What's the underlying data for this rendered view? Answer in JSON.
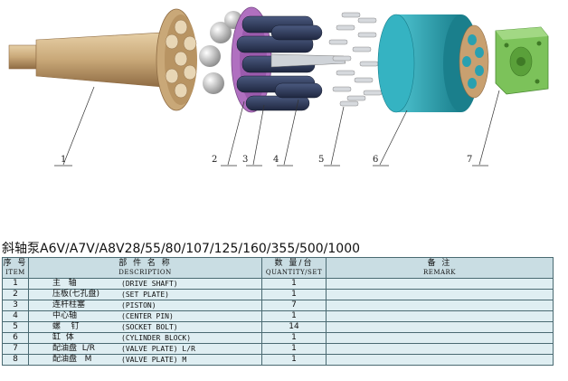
{
  "diagram": {
    "callouts": [
      "1",
      "2",
      "3",
      "4",
      "5",
      "6",
      "7"
    ]
  },
  "title": "斜轴泵A6V/A7V/A8V28/55/80/107/125/160/355/500/1000",
  "table": {
    "headers": {
      "item_cn": "序 号",
      "item_en": "ITEM",
      "desc_cn": "部 件 名 称",
      "desc_en": "DESCRIPTION",
      "qty_cn": "数 量/台",
      "qty_en": "QUANTITY/SET",
      "remark_cn": "备 注",
      "remark_en": "REMARK"
    },
    "rows": [
      {
        "item": "1",
        "cn": "主   轴",
        "en": "(DRIVE SHAFT)",
        "qty": "1"
      },
      {
        "item": "2",
        "cn": "压板(七孔盘)",
        "en": "(SET PLATE)",
        "qty": "1"
      },
      {
        "item": "3",
        "cn": "连杆柱塞",
        "en": "(PISTON)",
        "qty": "7"
      },
      {
        "item": "4",
        "cn": "中心轴",
        "en": "(CENTER PIN)",
        "qty": "1"
      },
      {
        "item": "5",
        "cn": "螺    钉",
        "en": "(SOCKET BOLT)",
        "qty": "14"
      },
      {
        "item": "6",
        "cn": "缸  体",
        "en": "(CYLINDER BLOCK)",
        "qty": "1"
      },
      {
        "item": "7",
        "cn": "配油盘  L/R",
        "en": "(VALVE PLATE) L/R",
        "qty": "1"
      },
      {
        "item": "8",
        "cn": "配油盘   M",
        "en": "(VALVE PLATE) M",
        "qty": "1"
      }
    ]
  },
  "colors": {
    "shaft": "#c9a878",
    "shaft_dark": "#a9865a",
    "set_plate": "#b070c0",
    "piston": "#2e3a5c",
    "ball": "#d8d8d8",
    "cylinder": "#2aa0b0",
    "valve_plate": "#c8a070",
    "cover": "#7cc25a",
    "table_header": "#c9dde3",
    "table_row": "#dfeef2"
  }
}
